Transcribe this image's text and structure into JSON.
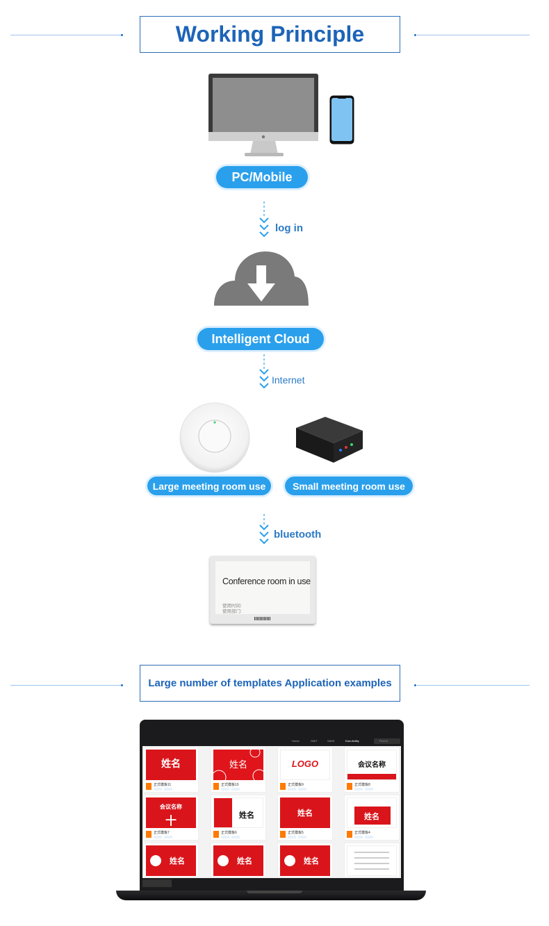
{
  "section1": {
    "title": "Working Principle"
  },
  "section2": {
    "title": "Large number of templates Application examples"
  },
  "nodes": {
    "pc_mobile": "PC/Mobile",
    "cloud": "Intelligent Cloud",
    "large_room": "Large meeting room use",
    "small_room": "Small meeting room use"
  },
  "arrows": {
    "login": "log in",
    "internet": "Internet",
    "bluetooth": "bluetooth"
  },
  "tag": {
    "title": "Conference room in use",
    "line1": "使用时间:",
    "line2": "使用部门:"
  },
  "laptop": {
    "nav": [
      "Home",
      "SMIT",
      "SAKE",
      "Easi.Ability"
    ],
    "search_placeholder": "Find to",
    "cards": [
      {
        "name": "正式模板11",
        "image_text": "姓名"
      },
      {
        "name": "正式模板10",
        "image_text": "姓名"
      },
      {
        "name": "正式模板9",
        "image_text": "LOGO"
      },
      {
        "name": "正式模板8",
        "image_text": "会议名称"
      },
      {
        "name": "正式模板7",
        "image_text": "会议名称"
      },
      {
        "name": "正式模板6",
        "image_text": "姓名"
      },
      {
        "name": "正式模板5",
        "image_text": "姓名"
      },
      {
        "name": "正式模板4",
        "image_text": "姓名"
      },
      {
        "name": "",
        "image_text": "姓名"
      },
      {
        "name": "",
        "image_text": "姓名"
      },
      {
        "name": "",
        "image_text": "姓名"
      },
      {
        "name": "",
        "image_text": ""
      }
    ]
  },
  "colors": {
    "accent": "#2aa0ec",
    "title_blue": "#1d64b8",
    "red": "#d9151b"
  }
}
